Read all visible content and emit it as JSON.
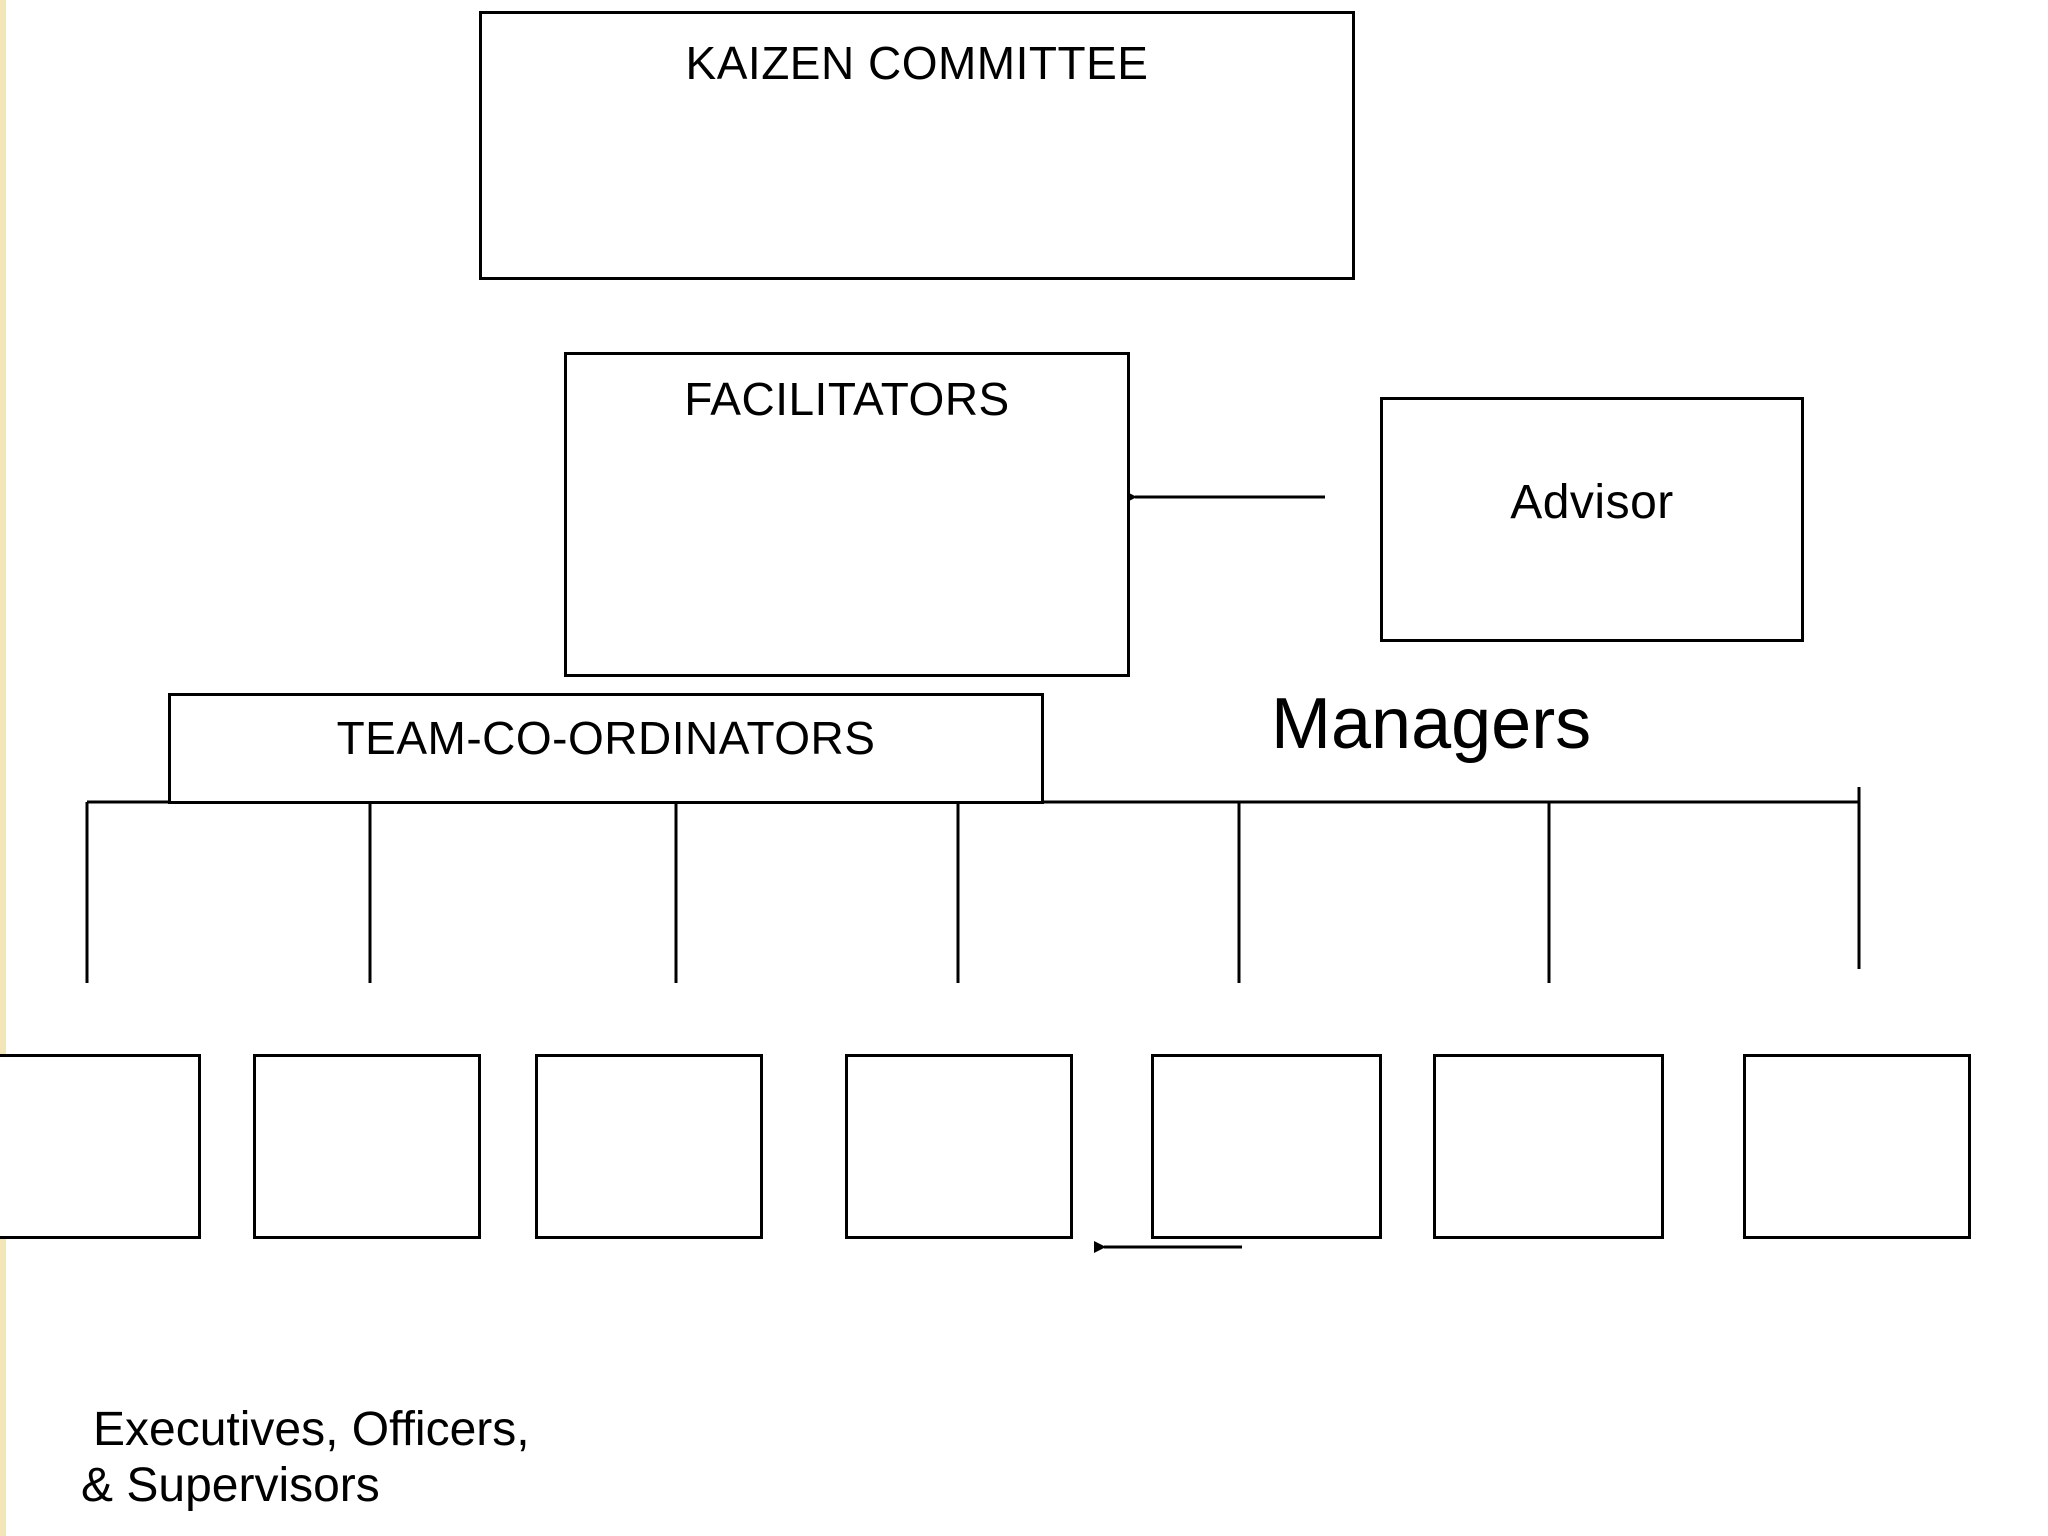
{
  "diagram": {
    "committee": {
      "label": "KAIZEN COMMITTEE"
    },
    "facilitators": {
      "label": "FACILITATORS"
    },
    "advisor": {
      "label": "Advisor"
    },
    "coordinators": {
      "label": "TEAM-CO-ORDINATORS"
    },
    "managers": {
      "label": "Managers"
    },
    "staff": {
      "label_line1": "Executives, Officers,",
      "label_line2": "& Supervisors"
    },
    "team_boxes_count": 7
  }
}
